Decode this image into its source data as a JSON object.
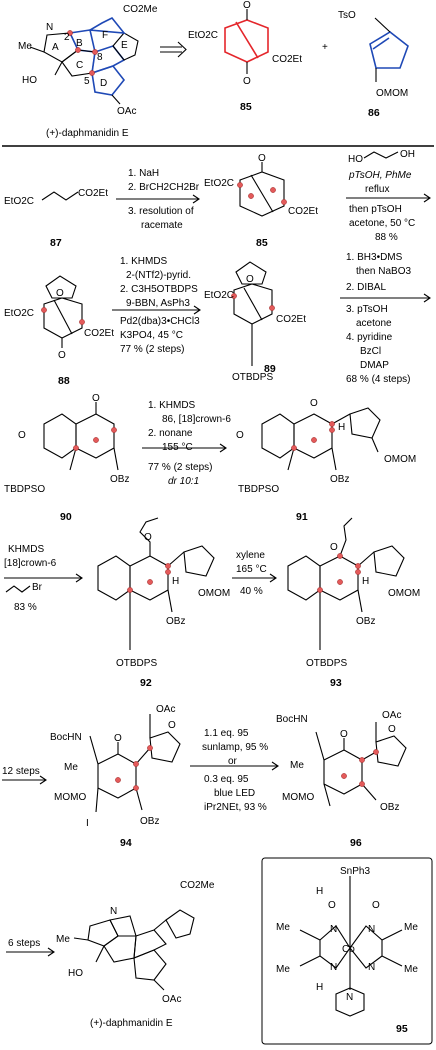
{
  "retro": {
    "target_name": "(+)-daphmanidin E",
    "frag1_id": "85",
    "frag1_label1": "EtO2C",
    "frag1_label2": "CO2Et",
    "plus": "+",
    "frag2_id": "86",
    "frag2_label1": "TsO",
    "frag2_label2": "OMOM",
    "target_labels": [
      "CO2Me",
      "N",
      "Me",
      "A",
      "B",
      "C",
      "D",
      "E",
      "F",
      "2",
      "8",
      "5",
      "HO",
      "OAc"
    ]
  },
  "steps": [
    {
      "from": "87",
      "to": "85",
      "from_labels": [
        "EtO2C",
        "CO2Et"
      ],
      "to_labels": [
        "EtO2C",
        "CO2Et"
      ],
      "conditions": [
        "1. NaH",
        "2. BrCH2CH2Br",
        "3. resolution of",
        "racemate"
      ]
    },
    {
      "conditions": [
        "HO",
        "OH",
        "pTsOH, PhMe",
        "reflux",
        "then pTsOH",
        "acetone, 50 °C",
        "88 %"
      ]
    },
    {
      "from": "88",
      "to": "89",
      "from_labels": [
        "EtO2C",
        "CO2Et"
      ],
      "to_labels": [
        "EtO2C",
        "CO2Et",
        "OTBDPS"
      ],
      "conditions": [
        "1. KHMDS",
        "2-(NTf2)-pyrid.",
        "2. C3H5OTBDPS",
        "9-BBN, AsPh3",
        "Pd2(dba)3•CHCl3",
        "K3PO4, 45 °C",
        "77 % (2 steps)"
      ]
    },
    {
      "conditions": [
        "1. BH3•DMS",
        "then NaBO3",
        "2. DIBAL",
        "3. pTsOH",
        "acetone",
        "4. pyridine",
        "BzCl",
        "DMAP",
        "68 % (4 steps)"
      ]
    },
    {
      "from": "90",
      "to": "91",
      "from_labels": [
        "TBDPSO",
        "OBz"
      ],
      "to_labels": [
        "TBDPSO",
        "OBz",
        "H",
        "OMOM"
      ],
      "conditions": [
        "1. KHMDS",
        "86, [18]crown-6",
        "2. nonane",
        "155 °C",
        "77 % (2 steps)",
        "dr 10:1"
      ]
    },
    {
      "to": "92",
      "to_labels": [
        "H",
        "OMOM",
        "OBz",
        "OTBDPS"
      ],
      "conditions": [
        "KHMDS",
        "[18]crown-6",
        "Br",
        "83 %"
      ]
    },
    {
      "to": "93",
      "to_labels": [
        "H",
        "OMOM",
        "OBz",
        "OTBDPS"
      ],
      "conditions": [
        "xylene",
        "165 °C",
        "40 %"
      ]
    },
    {
      "from": "94",
      "to": "96",
      "pre": "12 steps",
      "from_labels": [
        "BocHN",
        "OAc",
        "Me",
        "MOMO",
        "I",
        "OBz"
      ],
      "to_labels": [
        "BocHN",
        "OAc",
        "Me",
        "MOMO",
        "OBz"
      ],
      "conditions": [
        "1.1 eq. 95",
        "sunlamp, 95 %",
        "or",
        "0.3 eq. 95",
        "blue LED",
        "iPr2NEt, 93 %"
      ]
    },
    {
      "pre": "6 steps",
      "to_name": "(+)-daphmanidin E",
      "to_labels": [
        "CO2Me",
        "N",
        "Me",
        "HO",
        "OAc"
      ]
    }
  ],
  "catalyst": {
    "id": "95",
    "labels": [
      "SnPh3",
      "H",
      "O",
      "O",
      "N",
      "N",
      "N",
      "N",
      "Co",
      "Me",
      "Me",
      "Me",
      "Me",
      "H",
      "N"
    ]
  }
}
